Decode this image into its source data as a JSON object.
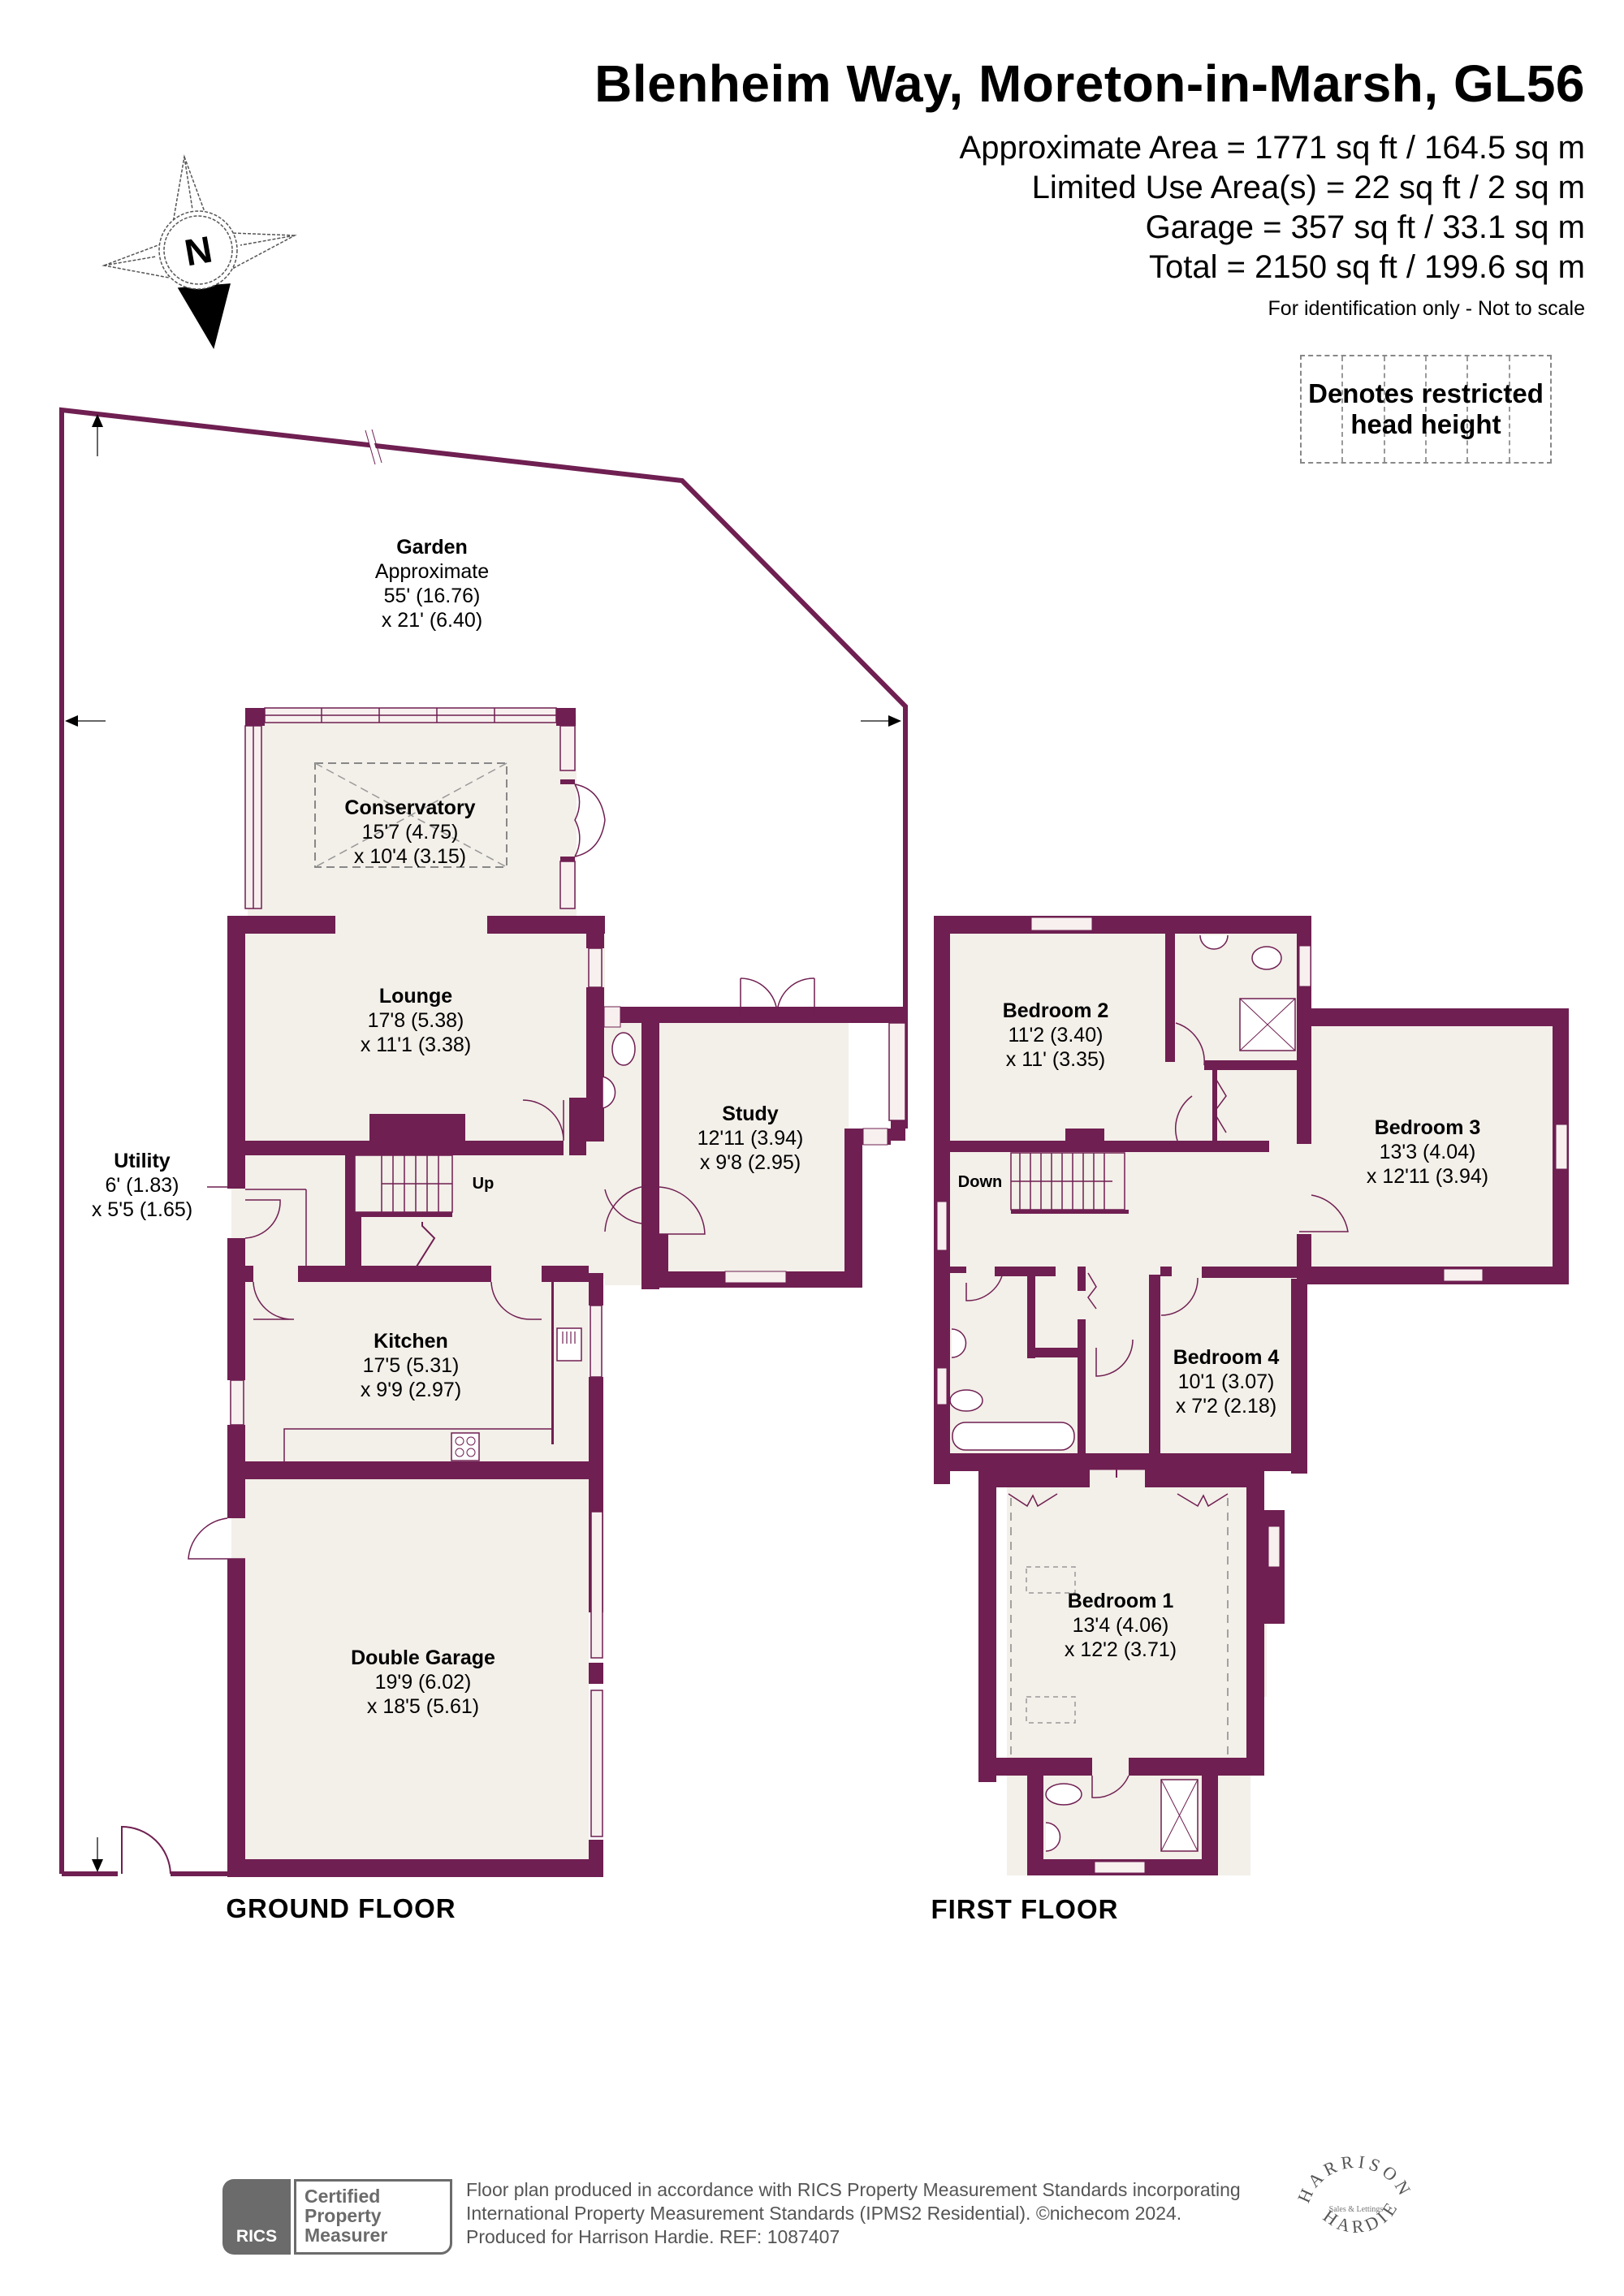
{
  "header": {
    "title": "Blenheim Way, Moreton-in-Marsh, GL56",
    "areas": [
      "Approximate Area = 1771 sq ft / 164.5 sq m",
      "Limited Use Area(s) = 22 sq ft / 2 sq m",
      "Garage = 357 sq ft / 33.1 sq m",
      "Total = 2150 sq ft / 199.6 sq m"
    ],
    "disclaimer": "For identification only - Not to scale"
  },
  "compass": {
    "label": "N",
    "icon": "compass-north-icon"
  },
  "legend": {
    "line1": "Denotes restricted",
    "line2": "head height"
  },
  "colors": {
    "wall": "#6f1f51",
    "floor": "#f3efe9",
    "text": "#000000",
    "dashed": "#888888",
    "footer": "#555555"
  },
  "ground_floor": {
    "label": "GROUND FLOOR",
    "stairs_label": "Up",
    "rooms": {
      "garden": {
        "name": "Garden",
        "note": "Approximate",
        "dim1": "55' (16.76)",
        "dim2": "x 21' (6.40)"
      },
      "conservatory": {
        "name": "Conservatory",
        "dim1": "15'7 (4.75)",
        "dim2": "x 10'4 (3.15)"
      },
      "lounge": {
        "name": "Lounge",
        "dim1": "17'8 (5.38)",
        "dim2": "x 11'1 (3.38)"
      },
      "study": {
        "name": "Study",
        "dim1": "12'11 (3.94)",
        "dim2": "x 9'8 (2.95)"
      },
      "utility": {
        "name": "Utility",
        "dim1": "6' (1.83)",
        "dim2": "x 5'5 (1.65)"
      },
      "kitchen": {
        "name": "Kitchen",
        "dim1": "17'5 (5.31)",
        "dim2": "x 9'9 (2.97)"
      },
      "garage": {
        "name": "Double Garage",
        "dim1": "19'9 (6.02)",
        "dim2": "x 18'5 (5.61)"
      }
    }
  },
  "first_floor": {
    "label": "FIRST FLOOR",
    "stairs_label": "Down",
    "rooms": {
      "bedroom1": {
        "name": "Bedroom 1",
        "dim1": "13'4 (4.06)",
        "dim2": "x 12'2 (3.71)"
      },
      "bedroom2": {
        "name": "Bedroom 2",
        "dim1": "11'2 (3.40)",
        "dim2": "x 11' (3.35)"
      },
      "bedroom3": {
        "name": "Bedroom 3",
        "dim1": "13'3 (4.04)",
        "dim2": "x 12'11 (3.94)"
      },
      "bedroom4": {
        "name": "Bedroom 4",
        "dim1": "10'1 (3.07)",
        "dim2": "x 7'2 (2.18)"
      }
    }
  },
  "footer": {
    "rics_logo": "RICS",
    "cert_line1": "Certified",
    "cert_line2": "Property",
    "cert_line3": "Measurer",
    "text_line1": "Floor plan produced in accordance with RICS Property Measurement Standards incorporating",
    "text_line2": "International Property Measurement Standards (IPMS2 Residential).   ©nichecom 2024.",
    "text_line3": "Produced for Harrison Hardie.   REF:  1087407",
    "agent_top": "HARRISON",
    "agent_bottom": "HARDIE",
    "agent_center": "Sales & Lettings"
  }
}
